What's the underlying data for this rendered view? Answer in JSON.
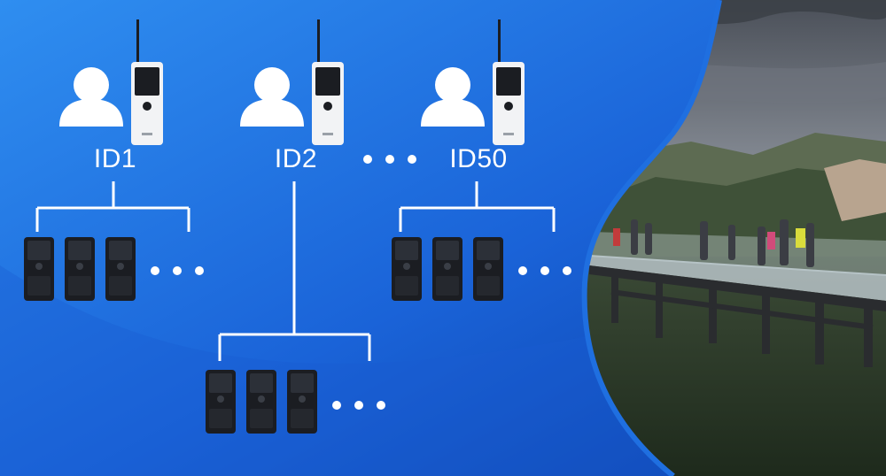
{
  "groups": [
    {
      "id": "ID1"
    },
    {
      "id": "ID2"
    },
    {
      "id": "ID50"
    }
  ],
  "colors": {
    "background_light": "#2f8ef0",
    "background_dark": "#0b3fa8",
    "line": "#ffffff",
    "device_body": "#1b1d22",
    "transmitter_body": "#f2f3f5"
  },
  "icons": {
    "person": "person-icon",
    "transmitter": "transmitter-icon",
    "receiver": "receiver-icon",
    "ellipsis": "ellipsis-icon",
    "photo": "skywalk-photo"
  }
}
